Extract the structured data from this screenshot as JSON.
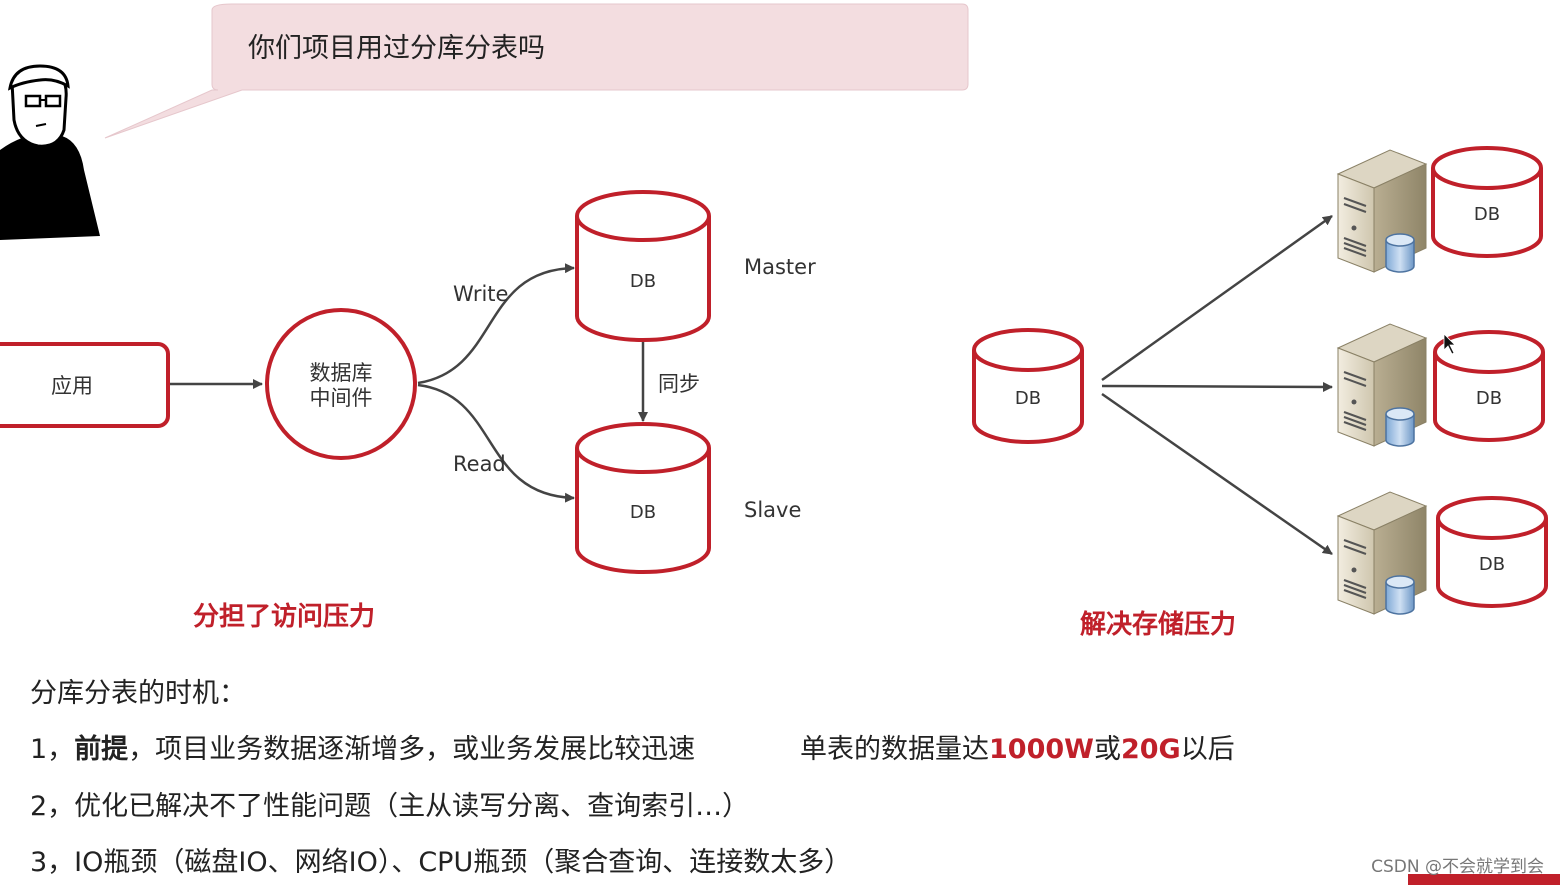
{
  "colors": {
    "accent": "#c0202a",
    "bubble": "#f3dde0",
    "arrow": "#444444"
  },
  "bubble": {
    "question": "你们项目用过分库分表吗"
  },
  "left_diagram": {
    "app_label": "应用",
    "middleware_label_line1": "数据库",
    "middleware_label_line2": "中间件",
    "write_label": "Write",
    "read_label": "Read",
    "master_db": "DB",
    "master_label": "Master",
    "sync_label": "同步",
    "slave_db": "DB",
    "slave_label": "Slave",
    "caption": "分担了访问压力"
  },
  "right_diagram": {
    "source_db": "DB",
    "target_dbs": [
      "DB",
      "DB",
      "DB"
    ],
    "caption": "解决存储压力"
  },
  "notes": {
    "heading": "分库分表的时机：",
    "item1_prefix": "1，",
    "item1_strong": "前提",
    "item1_rest": "，项目业务数据逐渐增多，或业务发展比较迅速",
    "item1_side_a": "单表的数据量达",
    "item1_side_b": "1000W",
    "item1_side_c": "或",
    "item1_side_d": "20G",
    "item1_side_e": "以后",
    "item2": "2，优化已解决不了性能问题（主从读写分离、查询索引…）",
    "item3": "3，IO瓶颈（磁盘IO、网络IO）、CPU瓶颈（聚合查询、连接数太多）"
  },
  "watermark": "CSDN @不会就学到会"
}
